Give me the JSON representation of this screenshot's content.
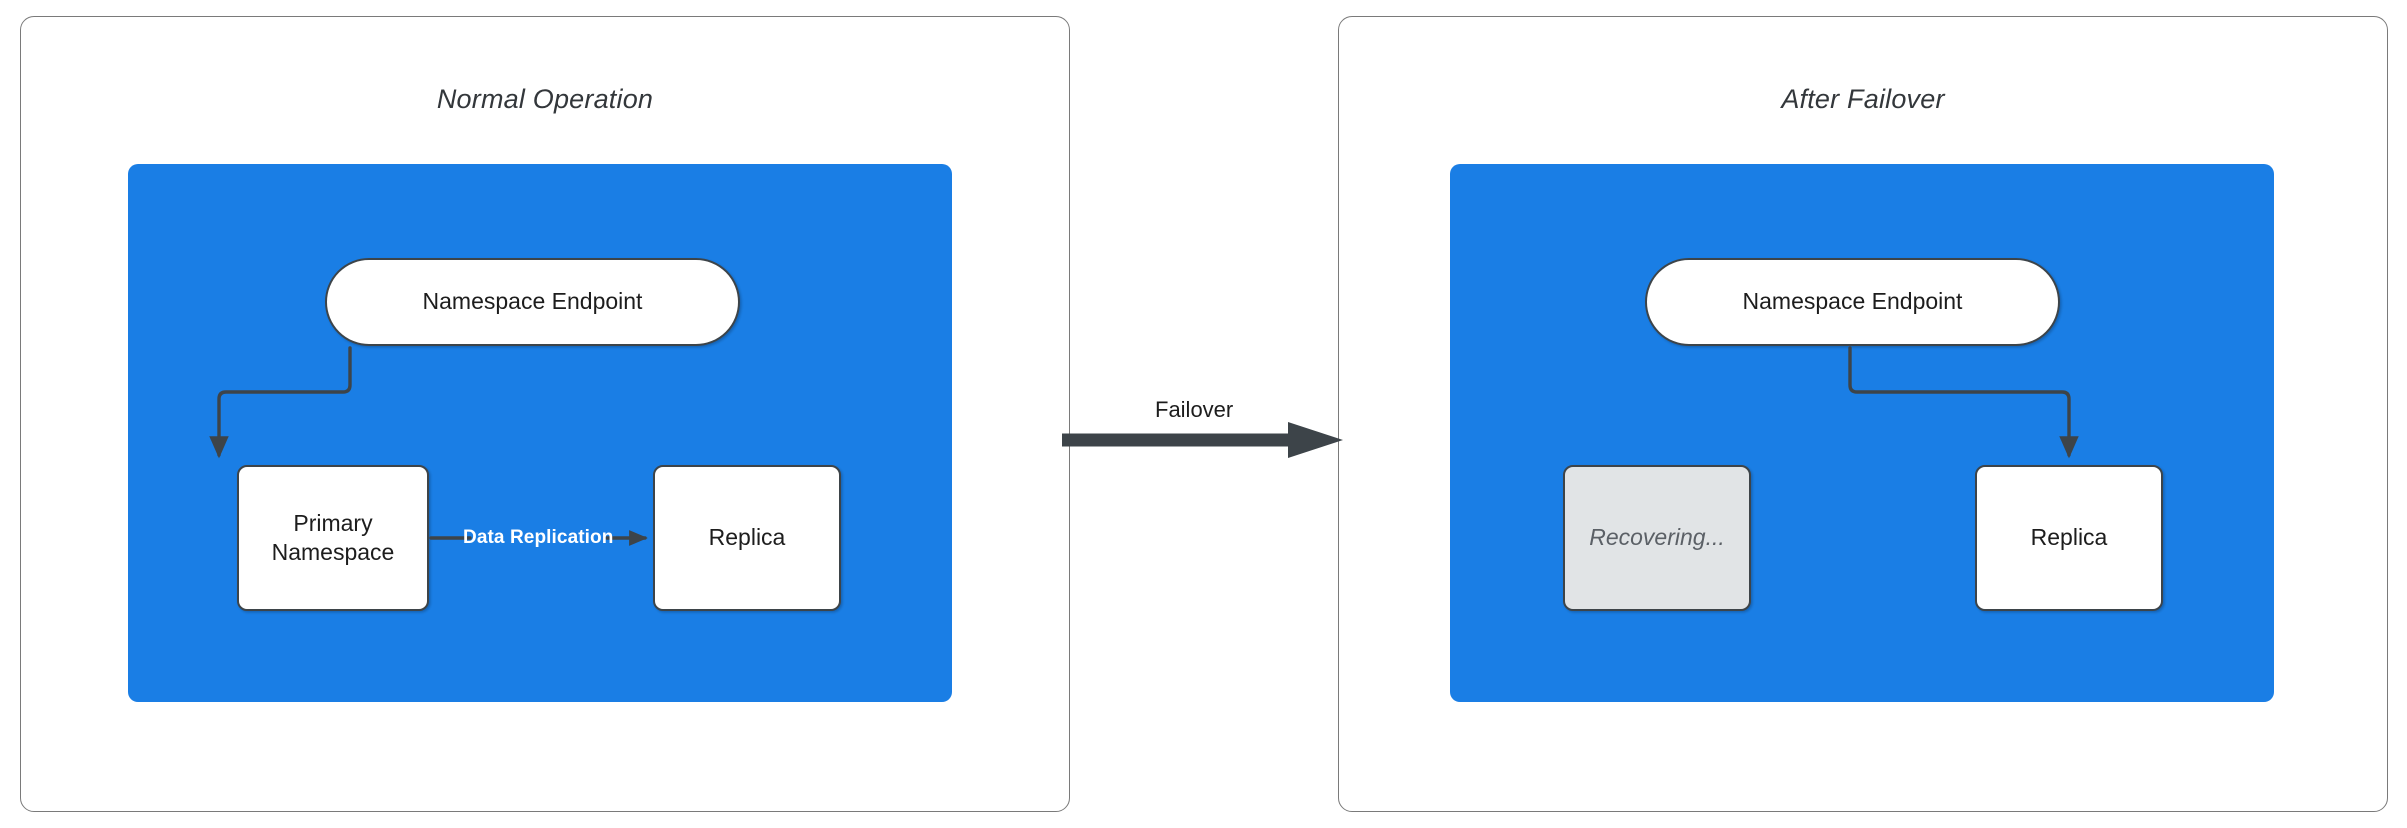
{
  "diagram": {
    "title_left": "Normal Operation",
    "title_right": "After Failover",
    "transition_label": "Failover",
    "colors": {
      "region_blue": "#1a7ee5",
      "node_stroke": "#3d4449",
      "node_fill": "#ffffff",
      "muted_fill": "#e1e4e6",
      "muted_text": "#5b6066",
      "edge_stroke": "#3d4449",
      "replication_label": "#ffffff",
      "panel_border": "#7a7a7a",
      "page_background": "#ffffff"
    }
  },
  "panels": [
    {
      "id": "normal-operation",
      "title": "Normal Operation",
      "nodes": [
        {
          "id": "endpoint",
          "label": "Namespace Endpoint",
          "shape": "pill",
          "state": "active"
        },
        {
          "id": "primary",
          "label": "Primary Namespace",
          "shape": "rect",
          "state": "active"
        },
        {
          "id": "replica",
          "label": "Replica",
          "shape": "rect",
          "state": "active"
        }
      ],
      "edges": [
        {
          "id": "endpoint-to-primary",
          "from": "endpoint",
          "to": "primary",
          "label": "",
          "arrow": true
        },
        {
          "id": "primary-to-replica",
          "from": "primary",
          "to": "replica",
          "label": "Data Replication",
          "arrow": true
        }
      ]
    },
    {
      "id": "after-failover",
      "title": "After Failover",
      "nodes": [
        {
          "id": "endpoint2",
          "label": "Namespace Endpoint",
          "shape": "pill",
          "state": "active"
        },
        {
          "id": "recovering",
          "label": "Recovering...",
          "shape": "rect",
          "state": "muted"
        },
        {
          "id": "replica2",
          "label": "Replica",
          "shape": "rect",
          "state": "active"
        }
      ],
      "edges": [
        {
          "id": "endpoint2-to-replica2",
          "from": "endpoint2",
          "to": "replica2",
          "label": "",
          "arrow": true
        }
      ]
    }
  ],
  "transition": {
    "label": "Failover",
    "direction": "left-to-right"
  }
}
